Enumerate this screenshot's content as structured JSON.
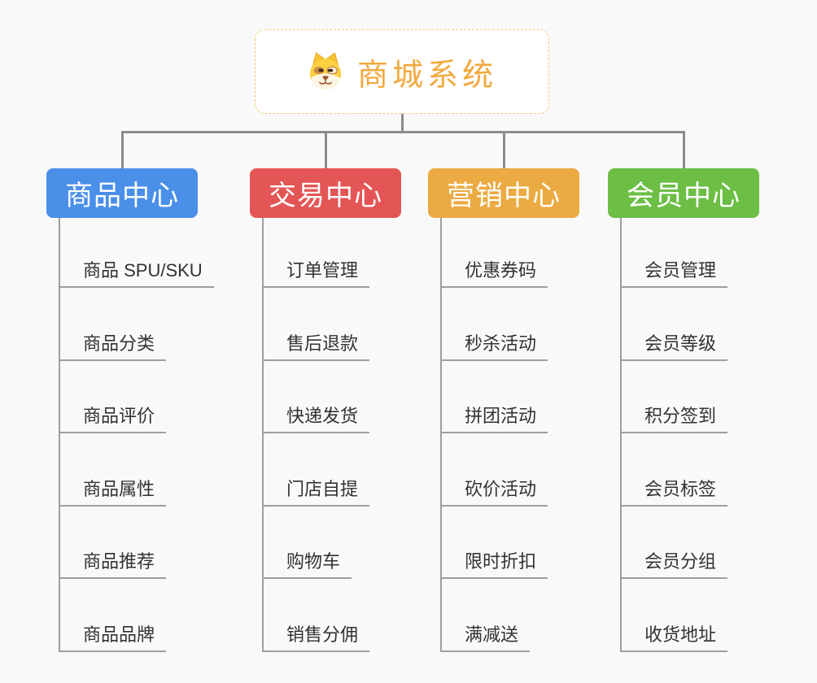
{
  "root": {
    "title": "商城系统",
    "icon": "dog-face-icon"
  },
  "branches": [
    {
      "label": "商品中心",
      "color": "#4a8fe8",
      "items": [
        "商品 SPU/SKU",
        "商品分类",
        "商品评价",
        "商品属性",
        "商品推荐",
        "商品品牌"
      ]
    },
    {
      "label": "交易中心",
      "color": "#e45656",
      "items": [
        "订单管理",
        "售后退款",
        "快递发货",
        "门店自提",
        "购物车",
        "销售分佣"
      ]
    },
    {
      "label": "营销中心",
      "color": "#ebaa42",
      "items": [
        "优惠券码",
        "秒杀活动",
        "拼团活动",
        "砍价活动",
        "限时折扣",
        "满减送"
      ]
    },
    {
      "label": "会员中心",
      "color": "#6cbe45",
      "items": [
        "会员管理",
        "会员等级",
        "积分签到",
        "会员标签",
        "会员分组",
        "收货地址"
      ]
    }
  ],
  "colors": {
    "background": "#f9f9f9",
    "root_accent": "#f2a93e",
    "root_border": "#f5c877",
    "connector": "#8c8c8c",
    "item_line": "#9e9e9e",
    "item_text": "#323232"
  }
}
